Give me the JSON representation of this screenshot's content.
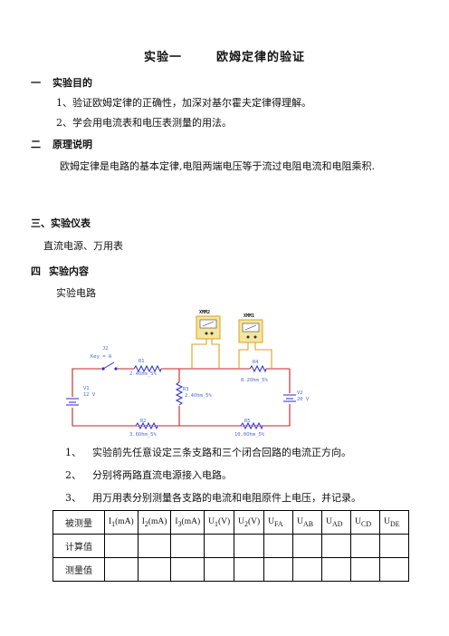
{
  "title": {
    "part1": "实验一",
    "part2": "欧姆定律的验证"
  },
  "sections": {
    "s1": {
      "num": "一",
      "label": "实验目的",
      "items": [
        "1、验证欧姆定律的正确性，加深对基尔霍夫定律得理解。",
        "2、学会用电流表和电压表测量的用法。"
      ]
    },
    "s2": {
      "num": "二",
      "label": "原理说明",
      "text": "欧姆定律是电路的基本定律,电阻两端电压等于流过电阻电流和电阻乘积."
    },
    "s3": {
      "num": "三、",
      "label": "实验仪表",
      "text": "直流电源、万用表"
    },
    "s4": {
      "num": "四",
      "label": "实验内容",
      "sub": "实验电路",
      "steps": [
        {
          "n": "1、",
          "t": "实验前先任意设定三条支路和三个闭合回路的电流正方向。"
        },
        {
          "n": "2、",
          "t": "分别将两路直流电源接入电路。"
        },
        {
          "n": "3、",
          "t": "用万用表分别测量各支路的电流和电阻原件上电压，并记录。"
        }
      ]
    }
  },
  "circuit": {
    "xmm2": "XMM2",
    "xmm1": "XMM1",
    "j2": "J2",
    "key": "Key = A",
    "r1": "R1",
    "r1v": "2.4Ohm_5%",
    "r3": "R3",
    "r3v": "2.4Ohm_5%",
    "r4": "R4",
    "r4v": "8.2Ohm_5%",
    "r2": "R2",
    "r2v": "3.6Ohm_5%",
    "r5": "R5",
    "r5v": "10.0Ohm_5%",
    "v1": "V1",
    "v1v": "12 V",
    "v2": "V2",
    "v2v": "20 V"
  },
  "table": {
    "header": [
      {
        "m": "I",
        "s": "1",
        "u": "(mA)"
      },
      {
        "m": "I",
        "s": "2",
        "u": "(mA)"
      },
      {
        "m": "I",
        "s": "3",
        "u": "(mA)"
      },
      {
        "m": "U",
        "s": "1",
        "u": "(V)"
      },
      {
        "m": "U",
        "s": "2",
        "u": "(V)"
      },
      {
        "m": "U",
        "s": "FA",
        "u": ""
      },
      {
        "m": "U",
        "s": "AB",
        "u": ""
      },
      {
        "m": "U",
        "s": "AD",
        "u": ""
      },
      {
        "m": "U",
        "s": "CD",
        "u": ""
      },
      {
        "m": "U",
        "s": "DE",
        "u": ""
      }
    ],
    "row_labels": [
      "被测量",
      "计算值",
      "测量值"
    ]
  },
  "colors": {
    "wire_red": "#cc2020",
    "wire_orange": "#e0a020",
    "component_blue": "#2a2ad0",
    "label_blue": "#4a6ad8"
  }
}
